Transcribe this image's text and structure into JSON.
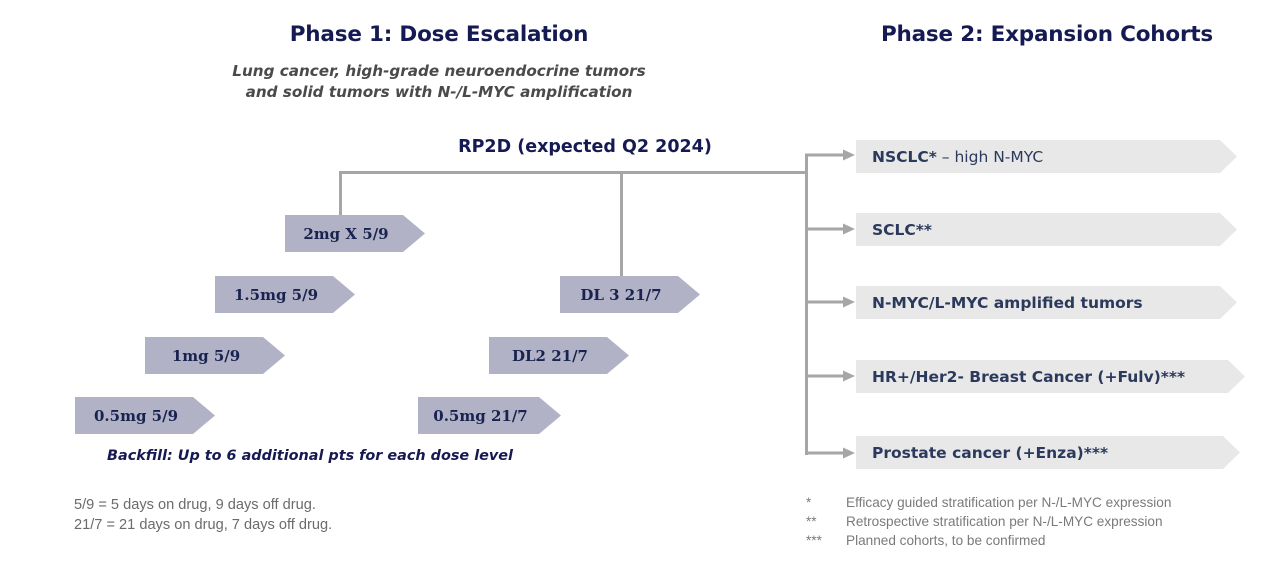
{
  "phase1": {
    "title": "Phase 1: Dose Escalation",
    "subtitle_line1": "Lung cancer, high-grade neuroendocrine tumors",
    "subtitle_line2": "and solid tumors with N-/L-MYC amplification",
    "rp2d_label": "RP2D (expected Q2 2024)",
    "backfill_note": "Backfill: Up to 6 additional pts for each dose level",
    "schedule_5_9_doses": [
      {
        "label": "2mg X 5/9"
      },
      {
        "label": "1.5mg 5/9"
      },
      {
        "label": "1mg 5/9"
      },
      {
        "label": "0.5mg 5/9"
      }
    ],
    "schedule_21_7_doses": [
      {
        "label": "DL 3 21/7"
      },
      {
        "label": "DL2 21/7"
      },
      {
        "label": "0.5mg 21/7"
      }
    ],
    "legend": [
      "5/9 = 5 days on drug, 9 days off drug.",
      "21/7 = 21 days on drug, 7 days off drug."
    ]
  },
  "phase2": {
    "title": "Phase 2: Expansion Cohorts",
    "cohorts": [
      {
        "label_bold": "NSCLC*",
        "label_rest": " – high N-MYC"
      },
      {
        "label_bold": "SCLC**",
        "label_rest": ""
      },
      {
        "label_bold": "N-MYC/L-MYC amplified tumors",
        "label_rest": ""
      },
      {
        "label_bold": "HR+/Her2- Breast Cancer (+Fulv)***",
        "label_rest": ""
      },
      {
        "label_bold": "Prostate cancer (+Enza)***",
        "label_rest": ""
      }
    ],
    "footnotes": [
      {
        "mark": "*",
        "text": "Efficacy guided stratification per N-/L-MYC expression"
      },
      {
        "mark": "**",
        "text": "Retrospective stratification per N-/L-MYC expression"
      },
      {
        "mark": "***",
        "text": "Planned cohorts, to be confirmed"
      }
    ]
  },
  "colors": {
    "title_navy": "#161a52",
    "chevron_fill": "#b2b2c6",
    "chevron_text": "#18234f",
    "cohort_fill": "#e8e8e8",
    "cohort_text": "#2b3a5c",
    "connector_gray": "#a6a6a6",
    "legend_gray": "#6b6b6b"
  }
}
